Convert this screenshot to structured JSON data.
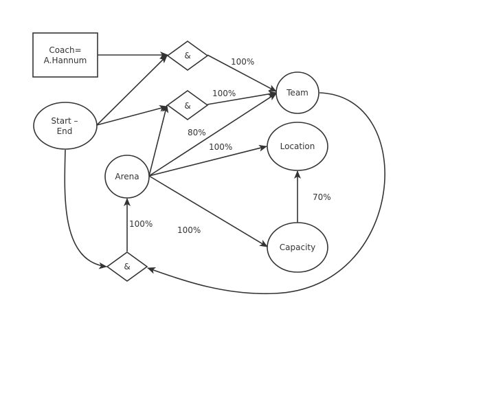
{
  "nodes": {
    "coach": {
      "line1": "Coach=",
      "line2": "A.Hannum"
    },
    "start_end": {
      "line1": "Start –",
      "line2": "End"
    },
    "and_top": {
      "label": "&"
    },
    "and_mid": {
      "label": "&"
    },
    "and_bottom": {
      "label": "&"
    },
    "team": {
      "label": "Team"
    },
    "location": {
      "label": "Location"
    },
    "arena": {
      "label": "Arena"
    },
    "capacity": {
      "label": "Capacity"
    }
  },
  "edge_labels": {
    "and_top_to_team": "100%",
    "and_mid_to_team": "100%",
    "arena_to_team": "80%",
    "arena_to_location": "100%",
    "capacity_to_location": "70%",
    "and_bottom_to_arena": "100%",
    "arena_to_capacity": "100%"
  },
  "colors": {
    "stroke": "#333333",
    "background": "#ffffff"
  }
}
